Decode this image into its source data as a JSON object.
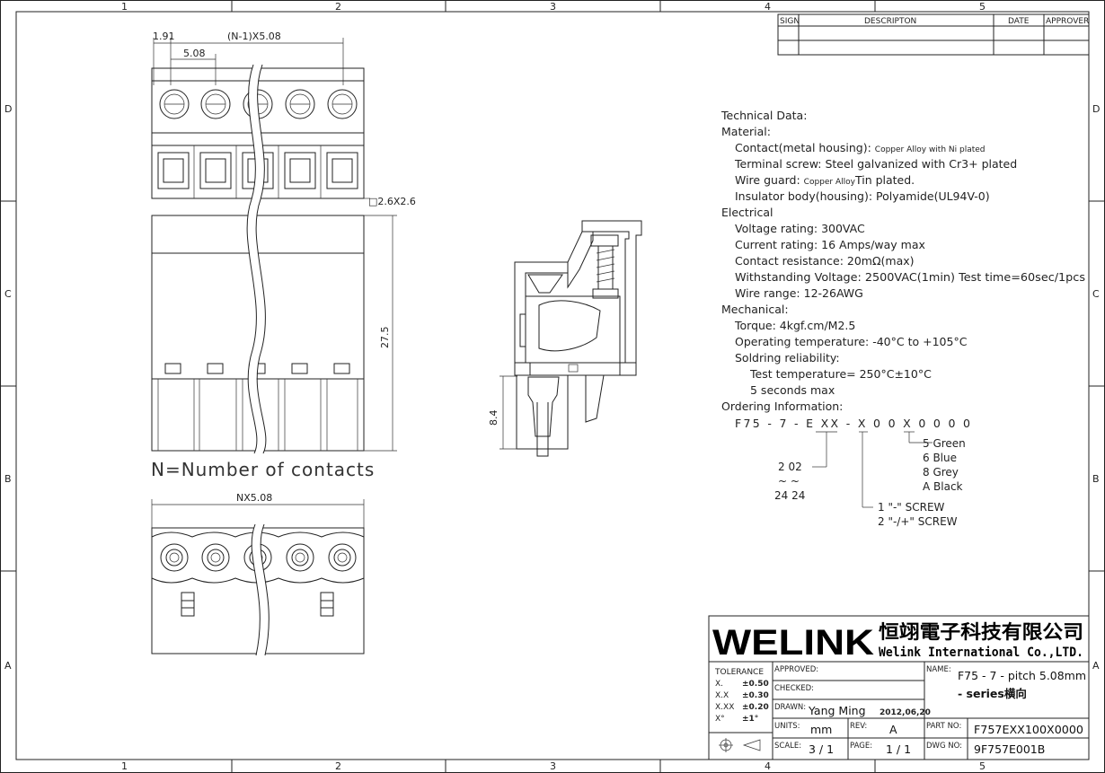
{
  "frame": {
    "columns": [
      "1",
      "2",
      "3",
      "4",
      "5"
    ],
    "rows": [
      "D",
      "C",
      "B",
      "A"
    ]
  },
  "revision_table": {
    "headers": [
      "SIGN",
      "DESCRIPTON",
      "DATE",
      "APPROVER"
    ]
  },
  "top_view": {
    "dim_pitch_offset": "1.91",
    "dim_span": "(N-1)X5.08",
    "dim_pitch": "5.08",
    "dim_square": "□2.6X2.6"
  },
  "front_view": {
    "dim_height": "27.5",
    "caption": "N=Number of contacts"
  },
  "side_view": {
    "dim_height": "8.4"
  },
  "bottom_view": {
    "dim_width": "NX5.08"
  },
  "tech": {
    "lines": [
      {
        "indent": 0,
        "text": "Technical Data:",
        "small": ""
      },
      {
        "indent": 0,
        "text": "Material:",
        "small": ""
      },
      {
        "indent": 1,
        "text": "Contact(metal housing): ",
        "small": "Copper Alloy with Ni plated"
      },
      {
        "indent": 1,
        "text": "Terminal screw: Steel galvanized with Cr3+ plated",
        "small": ""
      },
      {
        "indent": 1,
        "text": "Wire guard: ",
        "small": "Copper Alloy",
        "tail": "Tin plated."
      },
      {
        "indent": 1,
        "text": "Insulator body(housing): Polyamide(UL94V-0)",
        "small": ""
      },
      {
        "indent": 0,
        "text": "Electrical",
        "small": ""
      },
      {
        "indent": 1,
        "text": "Voltage rating: 300VAC",
        "small": ""
      },
      {
        "indent": 1,
        "text": "Current rating: 16 Amps/way max",
        "small": ""
      },
      {
        "indent": 1,
        "text": "Contact resistance: 20mΩ(max)",
        "small": ""
      },
      {
        "indent": 1,
        "text": "Withstanding Voltage: 2500VAC(1min) Test time=60sec/1pcs",
        "small": ""
      },
      {
        "indent": 1,
        "text": "Wire range: 12-26AWG",
        "small": ""
      },
      {
        "indent": 0,
        "text": "Mechanical:",
        "small": ""
      },
      {
        "indent": 1,
        "text": "Torque: 4kgf.cm/M2.5",
        "small": ""
      },
      {
        "indent": 1,
        "text": "Operating temperature: -40°C to +105°C",
        "small": ""
      },
      {
        "indent": 1,
        "text": "Soldring reliability:",
        "small": ""
      },
      {
        "indent": 2,
        "text": "Test temperature= 250°C±10°C",
        "small": ""
      },
      {
        "indent": 2,
        "text": "5 seconds max",
        "small": ""
      },
      {
        "indent": 0,
        "text": "Ordering Information:",
        "small": ""
      }
    ]
  },
  "ordering": {
    "code": "F75 - 7 - E XX - X 0  0 X  0 0 0 0",
    "colors": [
      "5  Green",
      "6  Blue",
      "8  Grey",
      "A  Black"
    ],
    "pins_from": "2   02",
    "pins_tilde": "~    ~",
    "pins_to": "24  24",
    "screws": [
      "1  \"-\" SCREW",
      "2  \"-/+\" SCREW"
    ]
  },
  "title_block": {
    "logo": "WELINK",
    "company_cn": "恒翊電子科技有限公司",
    "company_en": "Welink International Co.,LTD.",
    "tolerance_label": "TOLERANCE",
    "tolerances": [
      {
        "k": "X.",
        "v": "±0.50"
      },
      {
        "k": "X.X",
        "v": "±0.30"
      },
      {
        "k": "X.XX",
        "v": "±0.20"
      },
      {
        "k": "X°",
        "v": "±1°"
      }
    ],
    "approved_label": "APPROVED:",
    "checked_label": "CHECKED:",
    "drawn_label": "DRAWN:",
    "drawn_value": "Yang Ming",
    "drawn_date": "2012,06,20",
    "units_label": "UNITS:",
    "units_value": "mm",
    "rev_label": "REV:",
    "rev_value": "A",
    "scale_label": "SCALE:",
    "scale_value": "3 / 1",
    "page_label": "PAGE:",
    "page_value": "1 / 1",
    "name_label": "NAME:",
    "name_line1": "F75 - 7 - pitch 5.08mm",
    "name_line2": "- series横向",
    "partno_label": "PART NO:",
    "partno_value": "F757EXX100X0000",
    "dwgno_label": "DWG NO:",
    "dwgno_value": "9F757E001B"
  }
}
